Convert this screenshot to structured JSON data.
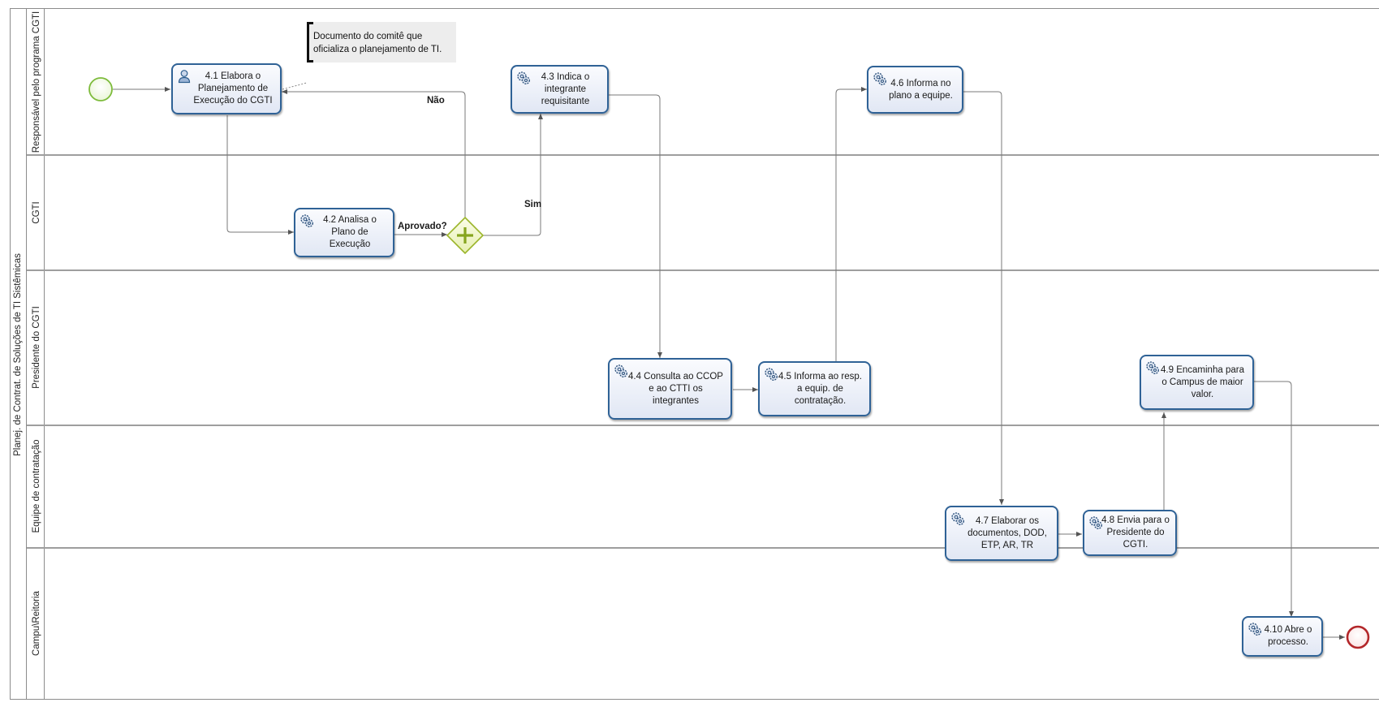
{
  "pool": {
    "label": "Planej. de Contrat. de Soluções de TI Sistêmicas"
  },
  "lanes": [
    {
      "label": "Responsável pelo programa CGTI"
    },
    {
      "label": "CGTI"
    },
    {
      "label": "Presidente do CGTI"
    },
    {
      "label": "Equipe de contratação"
    },
    {
      "label": "Campu\\Reitoria"
    }
  ],
  "annotation": {
    "text": "Documento do comitê que oficializa o planejamento de TI."
  },
  "tasks": {
    "t41": {
      "label": "4.1 Elabora o Planejamento de Execução do CGTI",
      "icon": "user-icon"
    },
    "t42": {
      "label": "4.2 Analisa o Plano de Execução",
      "icon": "gears-icon"
    },
    "t43": {
      "label": "4.3 Indica o integrante requisitante",
      "icon": "gears-icon"
    },
    "t44": {
      "label": "4.4 Consulta ao CCOP e ao CTTI os integrantes",
      "icon": "gears-icon"
    },
    "t45": {
      "label": "4.5 Informa ao resp. a equip. de contratação.",
      "icon": "gears-icon"
    },
    "t46": {
      "label": "4.6 Informa no plano a equipe.",
      "icon": "gears-icon"
    },
    "t47": {
      "label": "4.7 Elaborar os documentos, DOD, ETP, AR, TR",
      "icon": "gears-icon"
    },
    "t48": {
      "label": "4.8 Envia para o Presidente do CGTI.",
      "icon": "gears-icon"
    },
    "t49": {
      "label": "4.9 Encaminha para o Campus de maior valor.",
      "icon": "gears-icon"
    },
    "t410": {
      "label": "4.10 Abre o processo.",
      "icon": "gears-icon"
    }
  },
  "gateway": {
    "label": "Aprovado?",
    "icon": "plus-icon"
  },
  "flows": {
    "nao": "Não",
    "sim": "Sim"
  },
  "colors": {
    "task_border": "#2f6296",
    "start_event": "#7dbb3b",
    "end_event": "#b3272a",
    "gateway": "#9bb52a"
  }
}
